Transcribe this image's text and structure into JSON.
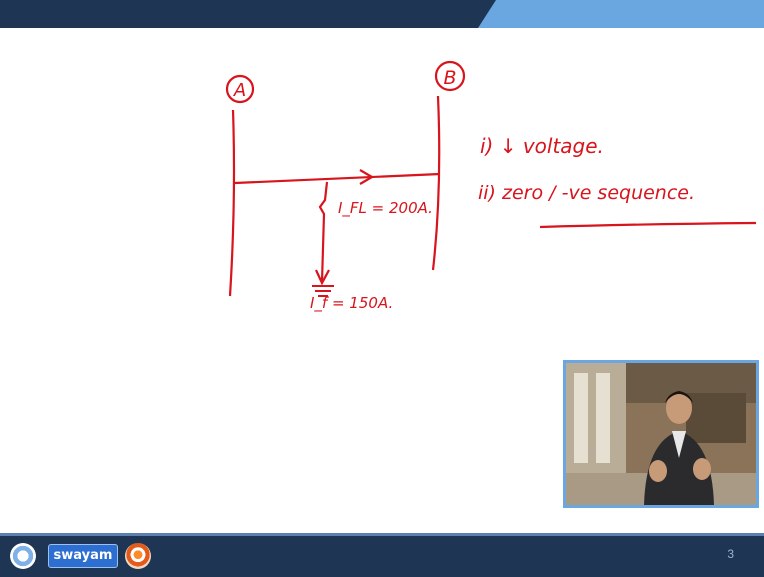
{
  "diagram": {
    "bus_a": "A",
    "bus_b": "B",
    "fault_line_current": "I_FL = 200A.",
    "fault_current": "I_f = 150A.",
    "note_1": "i)  ↓  voltage.",
    "note_2": "ii)   zero / -ve sequence."
  },
  "footer": {
    "logo_left": "swayam-emblem-icon",
    "brand_text": "swayam",
    "logo_right": "nptel-icon",
    "page_number": "3"
  },
  "presenter_video": {
    "icon": "presenter-video-icon"
  },
  "colors": {
    "ink": "#d8141c",
    "top_bar_dark": "#1f3554",
    "top_bar_light": "#6aa6e0",
    "footer": "#1f3554"
  }
}
